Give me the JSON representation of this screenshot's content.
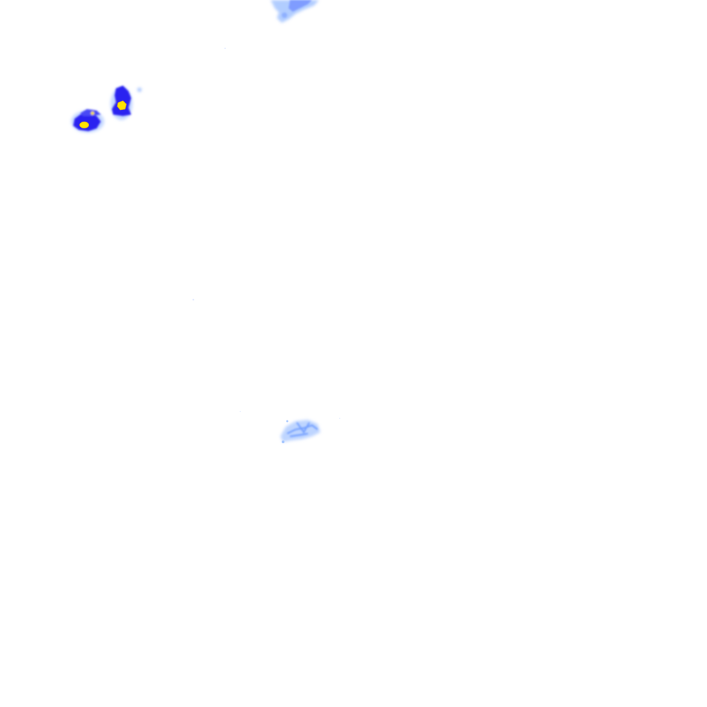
{
  "radar_overlay": {
    "background": "#ffffff",
    "legend_colors": {
      "light": "#9fc3ff",
      "moderate": "#6f8dff",
      "heavy": "#2020f0",
      "intense": "#ffe600"
    },
    "echoes": [
      {
        "name": "echo-north",
        "intensity": "light"
      },
      {
        "name": "echo-west-cluster",
        "intensity": "intense"
      },
      {
        "name": "echo-central-south",
        "intensity": "light"
      }
    ]
  }
}
